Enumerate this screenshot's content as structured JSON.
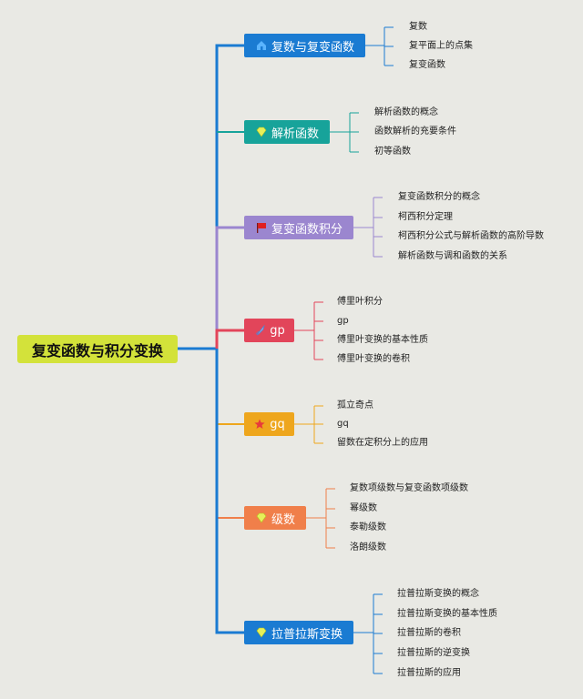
{
  "root": {
    "label": "复变函数与积分变换"
  },
  "branches": [
    {
      "label": "复数与复变函数",
      "color": "#1a7bd2",
      "icon": "house-icon",
      "leaves": [
        "复数",
        "复平面上的点集",
        "复变函数"
      ]
    },
    {
      "label": "解析函数",
      "color": "#17a39a",
      "icon": "diamond-icon",
      "leaves": [
        "解析函数的概念",
        "函数解析的充要条件",
        "初等函数"
      ]
    },
    {
      "label": "复变函数积分",
      "color": "#9b86cf",
      "icon": "flag-icon",
      "leaves": [
        "复变函数积分的概念",
        "柯西积分定理",
        "柯西积分公式与解析函数的高阶导数",
        "解析函数与调和函数的关系"
      ]
    },
    {
      "label": "gp",
      "color": "#e2455a",
      "icon": "rocket-icon",
      "leaves": [
        "傅里叶积分",
        "gp",
        "傅里叶变换的基本性质",
        "傅里叶变换的卷积"
      ]
    },
    {
      "label": "gq",
      "color": "#eea61d",
      "icon": "star-icon",
      "leaves": [
        "孤立奇点",
        "gq",
        "留数在定积分上的应用"
      ]
    },
    {
      "label": "级数",
      "color": "#f07f4a",
      "icon": "diamond-icon",
      "leaves": [
        "复数项级数与复变函数项级数",
        "幂级数",
        "泰勒级数",
        "洛朗级数"
      ]
    },
    {
      "label": "拉普拉斯变换",
      "color": "#1a7bd2",
      "icon": "diamond-icon",
      "leaves": [
        "拉普拉斯变换的概念",
        "拉普拉斯变换的基本性质",
        "拉普拉斯的卷积",
        "拉普拉斯的逆变换",
        "拉普拉斯的应用"
      ]
    }
  ]
}
